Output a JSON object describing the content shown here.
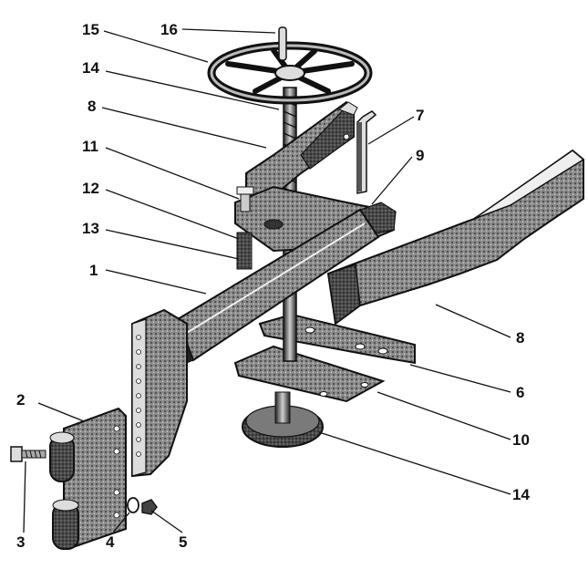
{
  "diagram": {
    "callouts": [
      "15",
      "16",
      "14",
      "8",
      "7",
      "11",
      "9",
      "12",
      "13",
      "1",
      "8",
      "6",
      "2",
      "10",
      "3",
      "14",
      "4",
      "5"
    ]
  },
  "colors": {
    "ink": "#111111",
    "shade": "#6a6a6a",
    "paper": "#ffffff"
  }
}
